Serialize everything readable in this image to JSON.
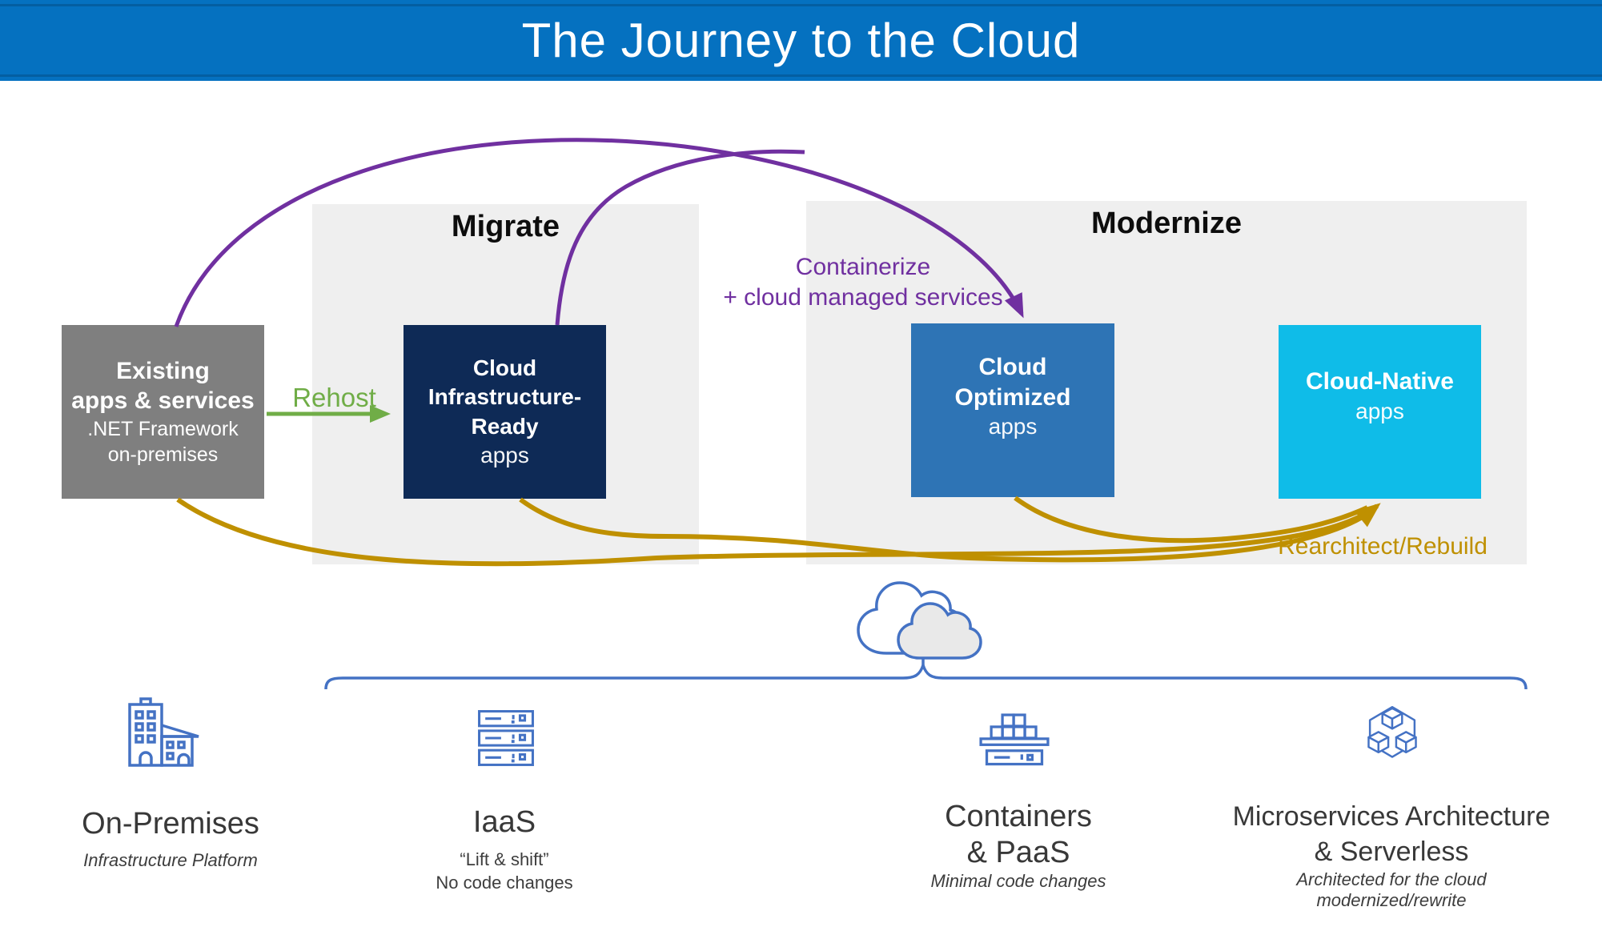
{
  "header": {
    "title": "The Journey to the Cloud",
    "background_color": "#0571c0"
  },
  "stages": {
    "migrate_label": "Migrate",
    "modernize_label": "Modernize"
  },
  "boxes": {
    "existing": {
      "bold1": "Existing",
      "bold2": "apps & services",
      "reg1": ".NET Framework",
      "reg2": "on-premises",
      "color": "#7f7f7f"
    },
    "infra_ready": {
      "bold1": "Cloud",
      "bold2": "Infrastructure-",
      "bold3": "Ready",
      "reg1": "apps",
      "color": "#0e2a56"
    },
    "optimized": {
      "bold1": "Cloud",
      "bold2": "Optimized",
      "reg1": "apps",
      "color": "#2e74b5"
    },
    "native": {
      "bold1": "Cloud-Native",
      "reg1": "apps",
      "color": "#0fbce8"
    }
  },
  "arrows": {
    "rehost_label": "Rehost",
    "containerize_line1": "Containerize",
    "containerize_line2": "+ cloud managed services",
    "rearchitect_label": "Rearchitect/Rebuild",
    "green_color": "#70ad47",
    "purple_color": "#7030a0",
    "gold_color": "#bf9000"
  },
  "cloud_graphic": {
    "icon": "cloud-icon",
    "brace": "brace-line",
    "outline_color": "#4472c4"
  },
  "footer": {
    "on_premises": {
      "icon": "building-icon",
      "title": "On-Premises",
      "sub1": "Infrastructure Platform"
    },
    "iaas": {
      "icon": "server-rack-icon",
      "title": "IaaS",
      "sub1": "“Lift & shift”",
      "sub2": "No code changes"
    },
    "containers": {
      "icon": "container-boxes-icon",
      "title1": "Containers",
      "title2": "& PaaS",
      "sub1": "Minimal code changes"
    },
    "microservices": {
      "icon": "cubes-icon",
      "title1": "Microservices Architecture",
      "title2": "& Serverless",
      "sub1": "Architected for the cloud",
      "sub2": "modernized/rewrite"
    }
  },
  "icon_color": "#4472c4",
  "panel_color": "#efefef"
}
